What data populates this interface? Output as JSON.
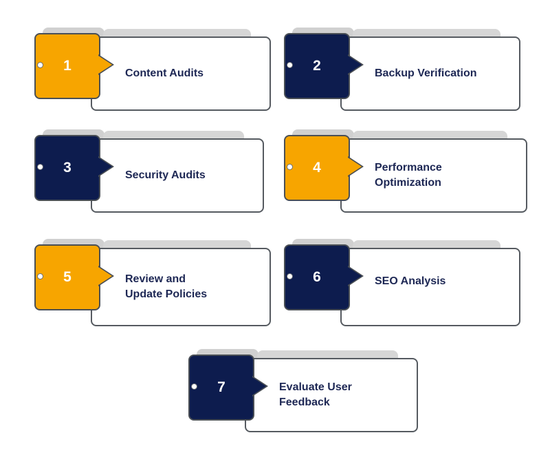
{
  "colors": {
    "gold": "#f7a500",
    "navy": "#0d1c4e",
    "text": "#1d2754"
  },
  "steps": [
    {
      "number": "1",
      "label": "Content Audits",
      "color": "gold"
    },
    {
      "number": "2",
      "label": "Backup Verification",
      "color": "navy"
    },
    {
      "number": "3",
      "label": "Security Audits",
      "color": "navy"
    },
    {
      "number": "4",
      "label": "Performance\nOptimization",
      "color": "gold"
    },
    {
      "number": "5",
      "label": "Review and\nUpdate Policies",
      "color": "gold"
    },
    {
      "number": "6",
      "label": "SEO Analysis",
      "color": "navy"
    },
    {
      "number": "7",
      "label": "Evaluate User\nFeedback",
      "color": "navy"
    }
  ]
}
